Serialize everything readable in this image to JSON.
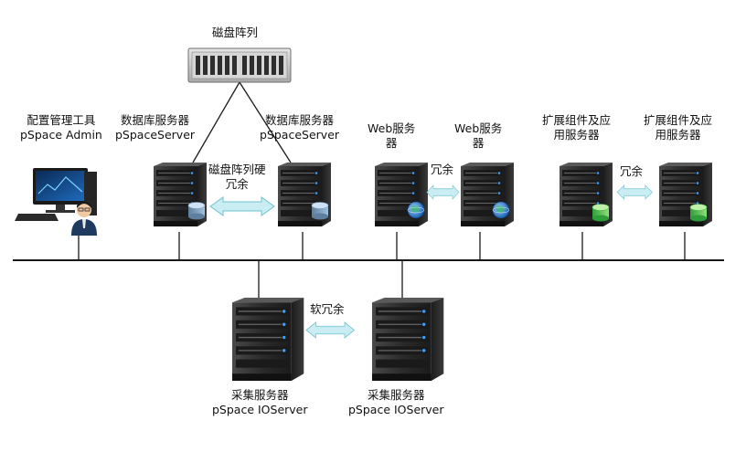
{
  "disk_array": {
    "label": "磁盘阵列"
  },
  "admin_tool": {
    "name": "配置管理工具",
    "product": "pSpace Admin"
  },
  "db_servers": [
    {
      "name": "数据库服务器",
      "product": "pSpaceServer"
    },
    {
      "name": "数据库服务器",
      "product": "pSpaceServer"
    }
  ],
  "db_redundancy": {
    "line1": "磁盘阵列硬",
    "line2": "冗余"
  },
  "web_servers": [
    {
      "line1": "Web服务",
      "line2": "器"
    },
    {
      "line1": "Web服务",
      "line2": "器"
    }
  ],
  "web_redundancy": {
    "label": "冗余"
  },
  "ext_servers": [
    {
      "line1": "扩展组件及应",
      "line2": "用服务器"
    },
    {
      "line1": "扩展组件及应",
      "line2": "用服务器"
    }
  ],
  "ext_redundancy": {
    "label": "冗余"
  },
  "io_redundancy": {
    "label": "软冗余"
  },
  "io_servers": [
    {
      "name": "采集服务器",
      "product": "pSpace IOServer"
    },
    {
      "name": "采集服务器",
      "product": "pSpace IOServer"
    }
  ],
  "colors": {
    "bus": "#1a1a1a",
    "arrow_fill": "#c9edf2",
    "arrow_stroke": "#6fc2cf",
    "server_dark": "#2a2a2a",
    "led": "#3aa0ff"
  }
}
